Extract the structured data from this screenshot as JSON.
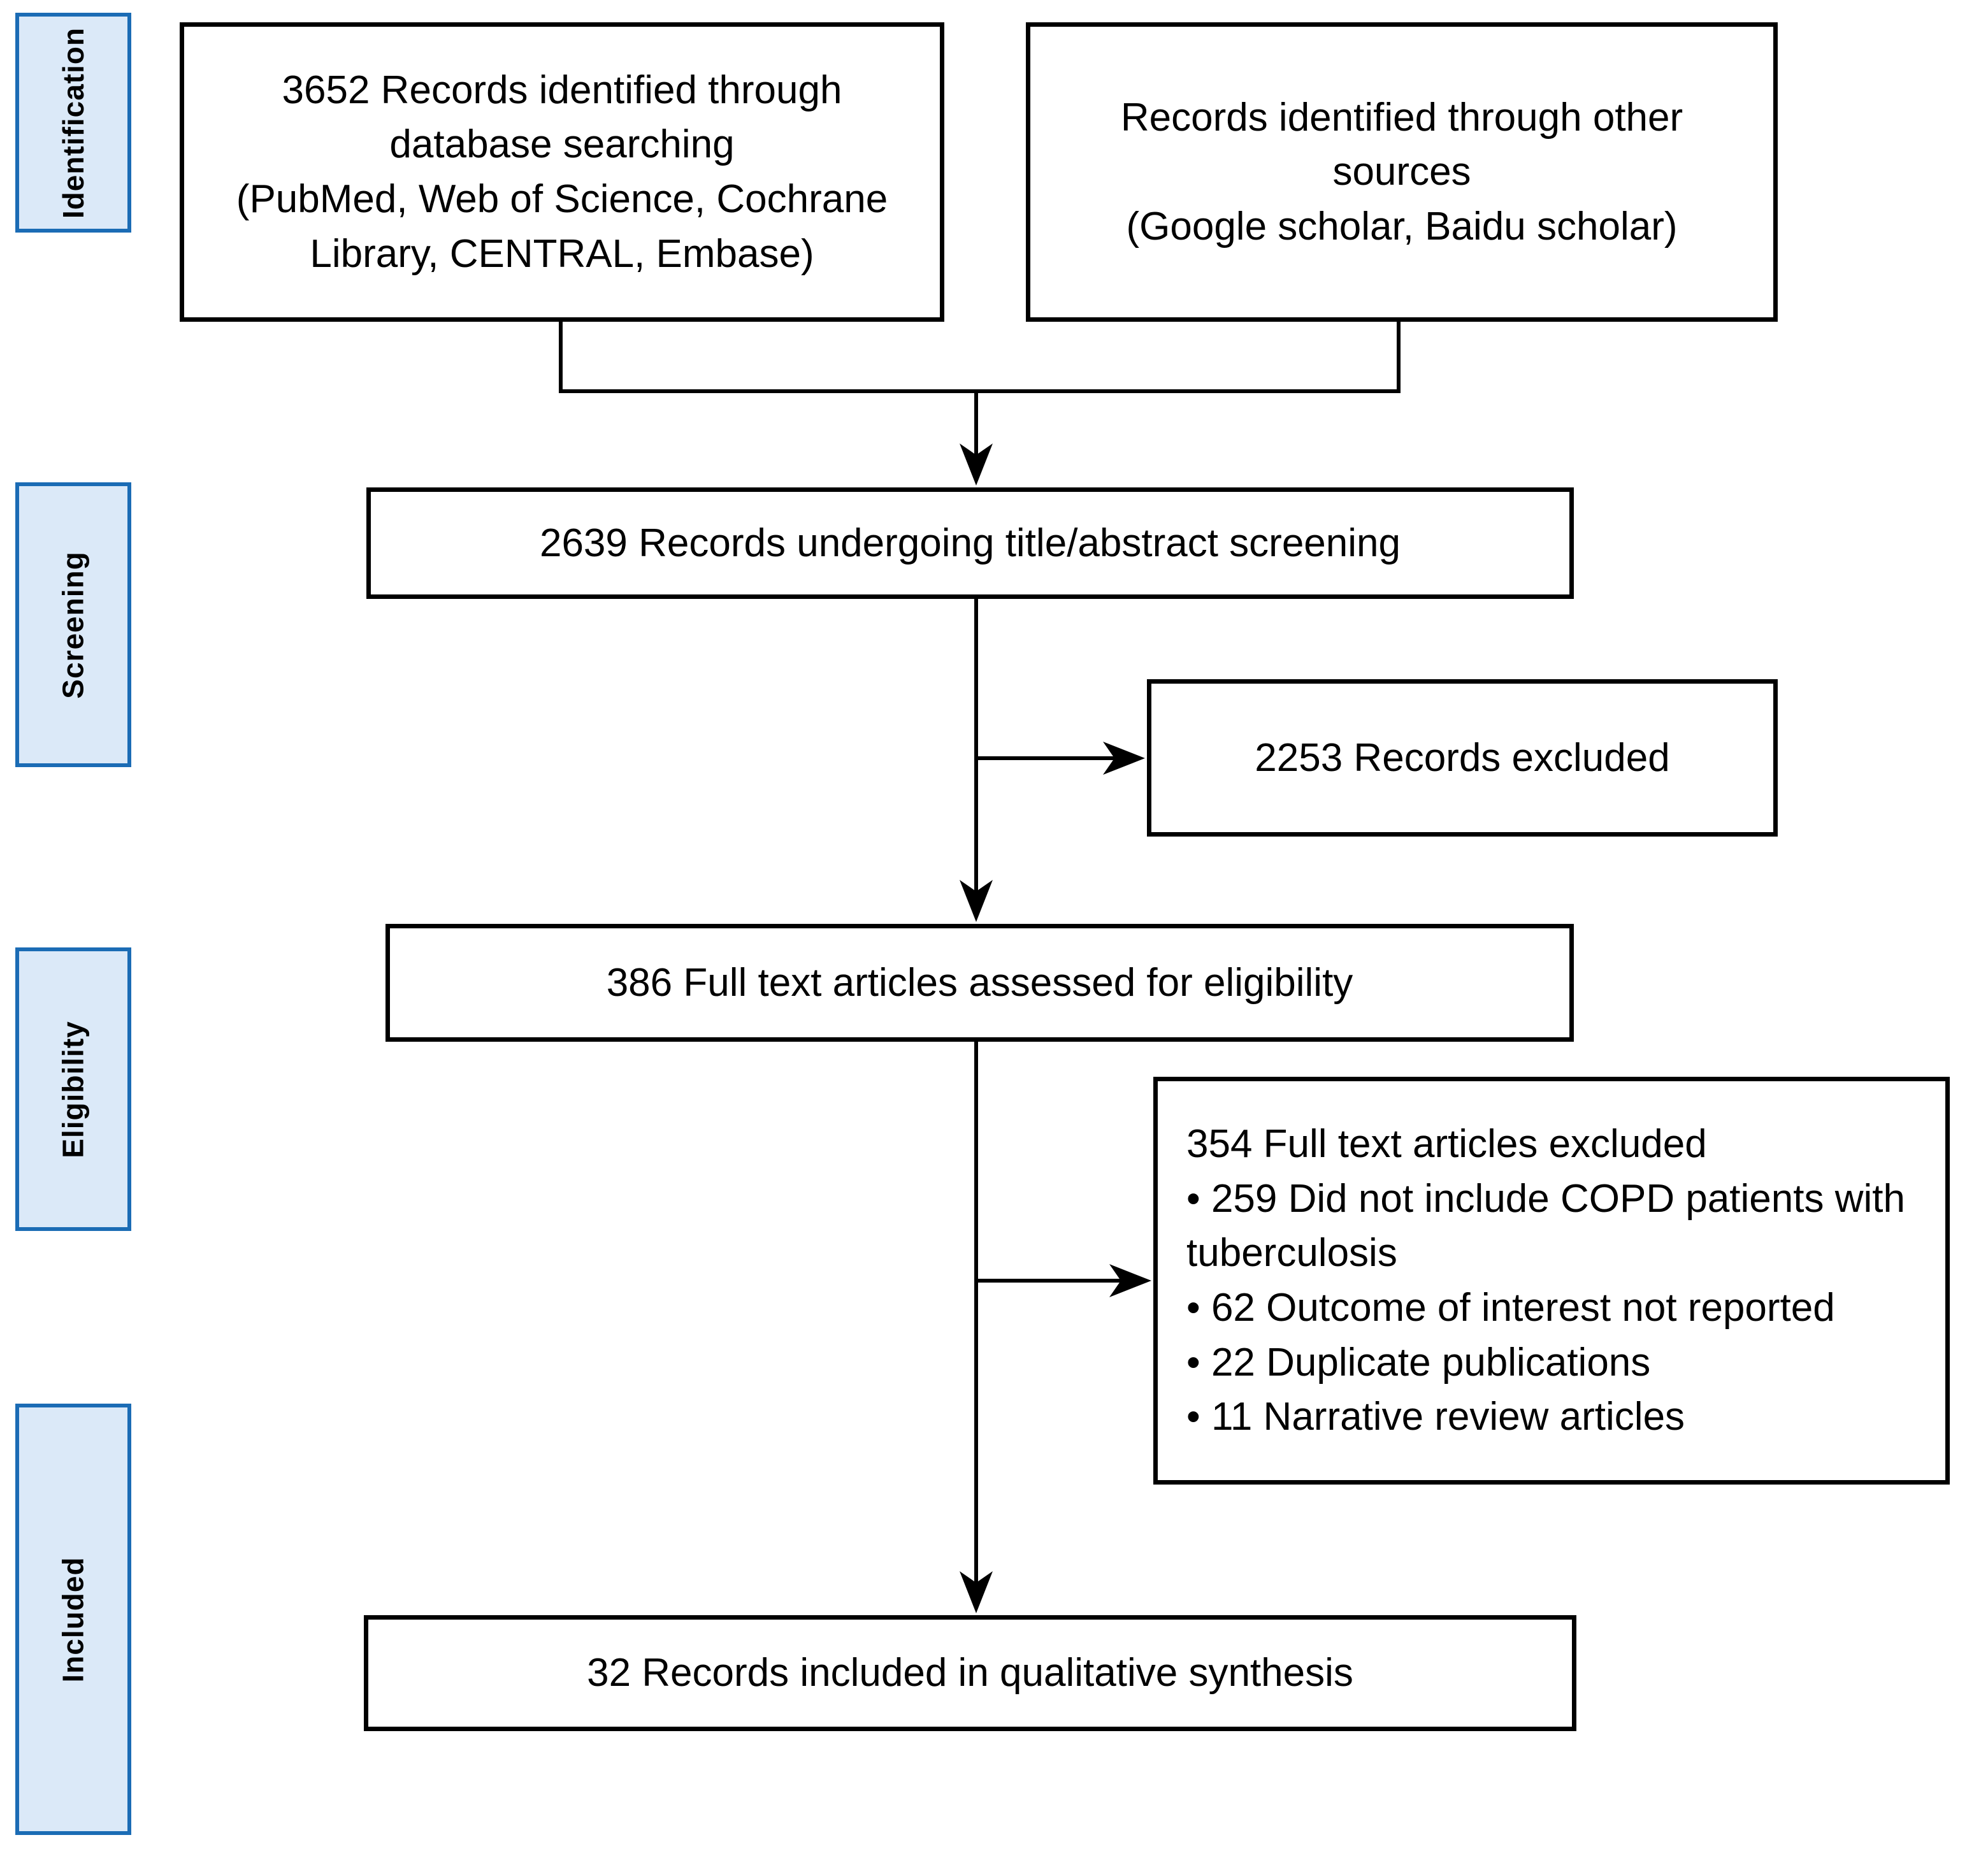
{
  "sidebar": {
    "items": [
      {
        "label": "Identification"
      },
      {
        "label": "Screening"
      },
      {
        "label": "Eligibility"
      },
      {
        "label": "Included"
      }
    ]
  },
  "boxes": {
    "database_records": {
      "lines": [
        "3652 Records identified through",
        "database searching",
        "(PubMed, Web of Science, Cochrane",
        "Library, CENTRAL, Embase)"
      ]
    },
    "other_records": {
      "lines": [
        "Records identified through other",
        "sources",
        "(Google scholar, Baidu scholar)"
      ]
    },
    "title_abstract_screening": {
      "text": "2639 Records undergoing title/abstract screening"
    },
    "records_excluded": {
      "text": "2253 Records excluded"
    },
    "fulltext_assessed": {
      "text": "386 Full text articles assessed for eligibility"
    },
    "fulltext_excluded": {
      "title": "354 Full text articles excluded",
      "bullet": "•",
      "reasons": [
        "259 Did not include COPD patients with tuberculosis",
        "62 Outcome of interest not reported",
        "22 Duplicate publications",
        "11 Narrative review articles"
      ]
    },
    "qualitative_synthesis": {
      "text": "32 Records included in qualitative synthesis"
    }
  },
  "colors": {
    "stage_fill": "#dbe9f8",
    "stage_border": "#1b6cb5",
    "box_border": "#000000",
    "arrow": "#000000",
    "background": "#ffffff"
  }
}
